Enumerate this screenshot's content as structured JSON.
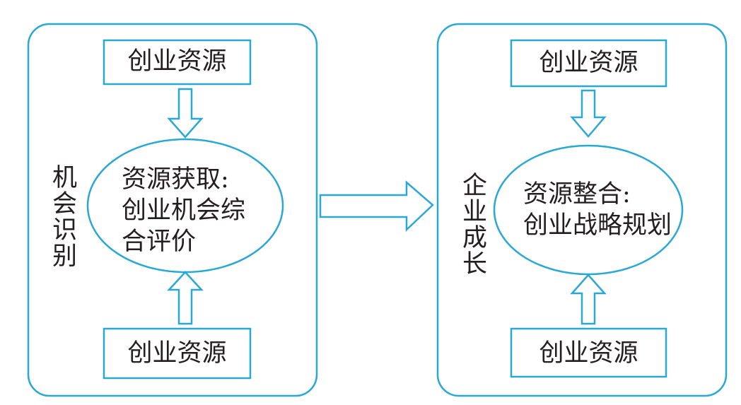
{
  "colors": {
    "stroke": "#29a8d6",
    "text": "#231f20",
    "background": "#ffffff"
  },
  "left_panel": {
    "side_label": "机会识别",
    "top_box": "创业资源",
    "bottom_box": "创业资源",
    "ellipse_line1": "资源获取:",
    "ellipse_line2": "创业机会综",
    "ellipse_line3": "合评价"
  },
  "right_panel": {
    "side_label": "企业成长",
    "top_box": "创业资源",
    "bottom_box": "创业资源",
    "ellipse_line1": "资源整合:",
    "ellipse_line2": "创业战略规划"
  }
}
